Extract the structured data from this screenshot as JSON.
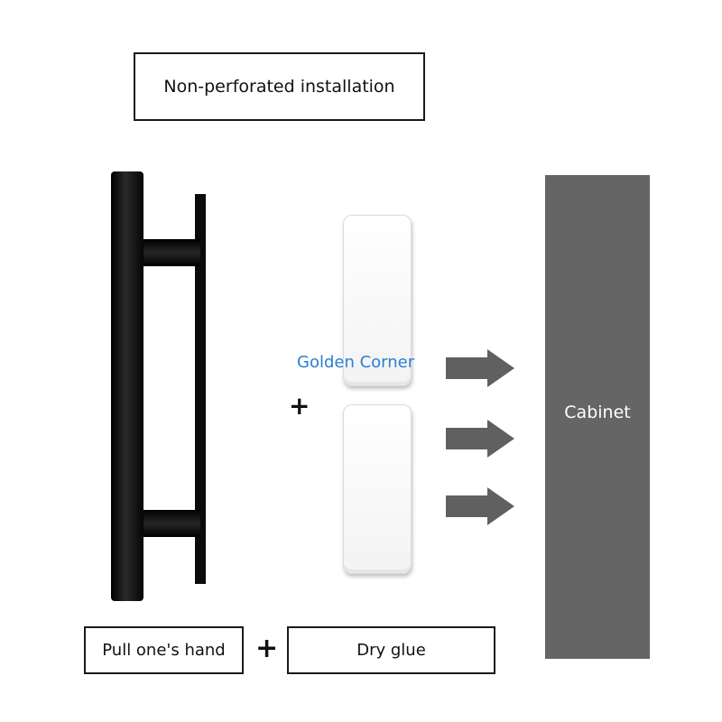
{
  "title": "Non-perforated installation",
  "labels": {
    "golden_corner": "Golden Corner",
    "cabinet": "Cabinet",
    "pull_hand": "Pull one's hand",
    "dry_glue": "Dry glue",
    "plus": "+"
  },
  "colors": {
    "cabinet": "#656565",
    "arrow": "#606060",
    "handle": "#111111",
    "golden_corner_text": "#2a7fd1"
  },
  "icons": [
    "door-handle-icon",
    "adhesive-pad-icon",
    "arrow-right-icon",
    "plus-icon"
  ]
}
